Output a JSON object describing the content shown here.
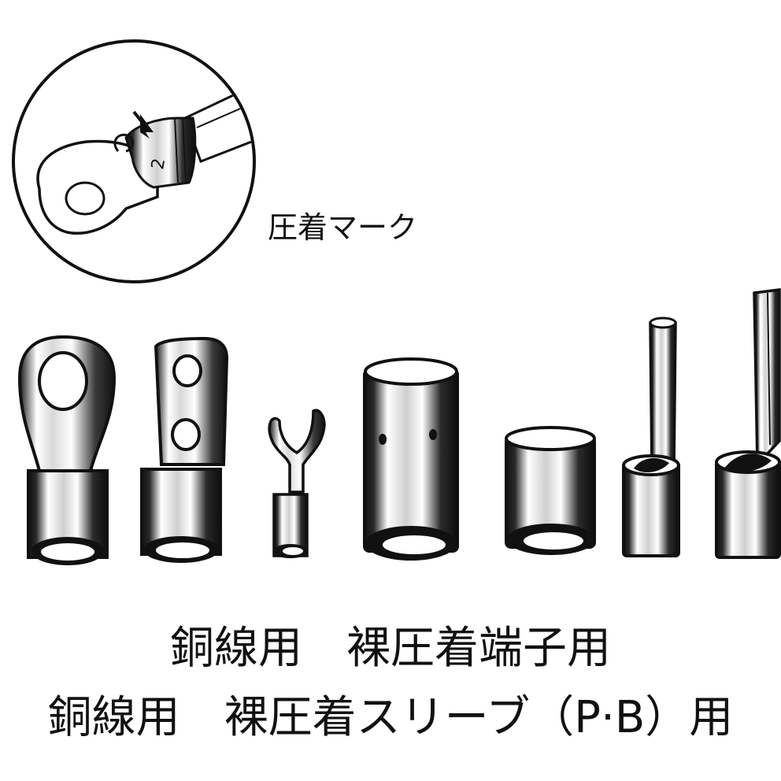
{
  "detail": {
    "mark_label": "圧着マーク",
    "mark_number": "2"
  },
  "captions": {
    "line1": "銅線用　裸圧着端子用",
    "line2": "銅線用　裸圧着スリーブ（P·B）用"
  },
  "products": [
    {
      "name": "ring-terminal"
    },
    {
      "name": "two-hole-lug"
    },
    {
      "name": "fork-terminal"
    },
    {
      "name": "butt-sleeve"
    },
    {
      "name": "short-sleeve"
    },
    {
      "name": "pin-terminal"
    },
    {
      "name": "blade-terminal"
    }
  ]
}
